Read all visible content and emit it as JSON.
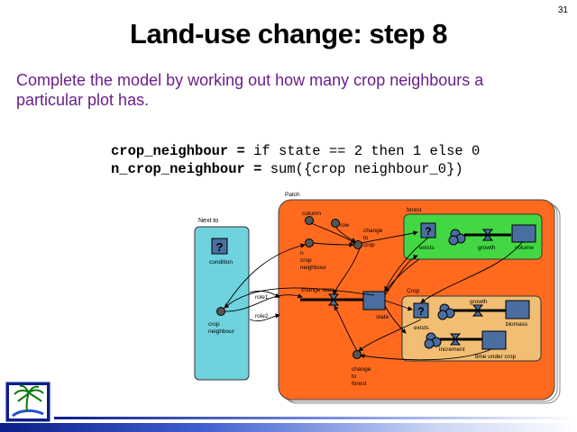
{
  "slide": {
    "number": "31",
    "title": "Land-use change: step 8",
    "intro": "Complete the model by working out how many crop neighbours a particular plot has.",
    "code_line1_var": "crop_neighbour =",
    "code_line1_expr": " if state == 2 then 1 else 0",
    "code_line2_var": "n_crop_neighbour =",
    "code_line2_expr": " sum({crop neighbour_0})"
  },
  "diagram": {
    "patch_label": "Patch",
    "nextto_label": "Next to",
    "forest_label": "forest",
    "crop_label": "Crop",
    "nextto_condition": "condition",
    "nextto_crop_neighbour_line1": "crop",
    "nextto_crop_neighbour_line2": "neighbour",
    "role1": "role1",
    "role2": "role2",
    "column": "column",
    "row": "row",
    "change_to_crop_1": "change",
    "change_to_crop_2": "to",
    "change_to_crop_3": "crop",
    "n_crop_neighbour_1": "n",
    "n_crop_neighbour_2": "crop",
    "n_crop_neighbour_3": "neighbour",
    "change_state": "change state",
    "state": "state",
    "change_to_forest_1": "change",
    "change_to_forest_2": "to",
    "change_to_forest_3": "forest",
    "forest_exists": "exists",
    "forest_growth": "growth",
    "forest_volume": "volume",
    "crop_exists": "exists",
    "crop_growth": "growth",
    "crop_biomass": "biomass",
    "crop_increment": "increment",
    "crop_time_under_crop": "time under crop",
    "question_mark": "?"
  },
  "colors": {
    "title": "#000000",
    "intro": "#6b1f8a",
    "patch_fill": "#ff6a1f",
    "nextto_fill": "#6fd3df",
    "forest_fill": "#43d843",
    "crop_fill": "#f2be73",
    "node_fill": "#4a6ea0",
    "footer": "#0b1e8a"
  },
  "icons": [
    "palm-tree-logo",
    "question-icon",
    "cloud-source-icon",
    "valve-icon",
    "stock-box-icon"
  ]
}
